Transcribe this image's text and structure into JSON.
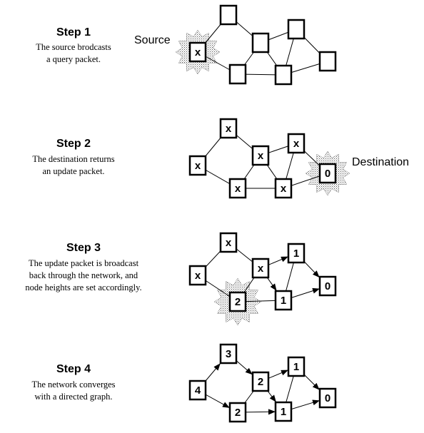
{
  "steps": [
    {
      "title": "Step 1",
      "desc": [
        "The source brodcasts",
        "a query packet."
      ],
      "callout": "Source",
      "nodes": [
        "x",
        "",
        "",
        "",
        "",
        "",
        ""
      ]
    },
    {
      "title": "Step 2",
      "desc": [
        "The destination returns",
        "an update packet."
      ],
      "callout": "Destination",
      "nodes": [
        "x",
        "x",
        "x",
        "x",
        "x",
        "x",
        "0"
      ]
    },
    {
      "title": "Step 3",
      "desc": [
        "The update packet is broadcast",
        "back through the network, and",
        "node heights are set accordingly."
      ],
      "callout": "",
      "nodes": [
        "x",
        "x",
        "x",
        "2",
        "1",
        "1",
        "0"
      ]
    },
    {
      "title": "Step 4",
      "desc": [
        "The network converges",
        "with a directed graph."
      ],
      "callout": "",
      "nodes": [
        "4",
        "3",
        "2",
        "2",
        "1",
        "1",
        "0"
      ]
    }
  ]
}
